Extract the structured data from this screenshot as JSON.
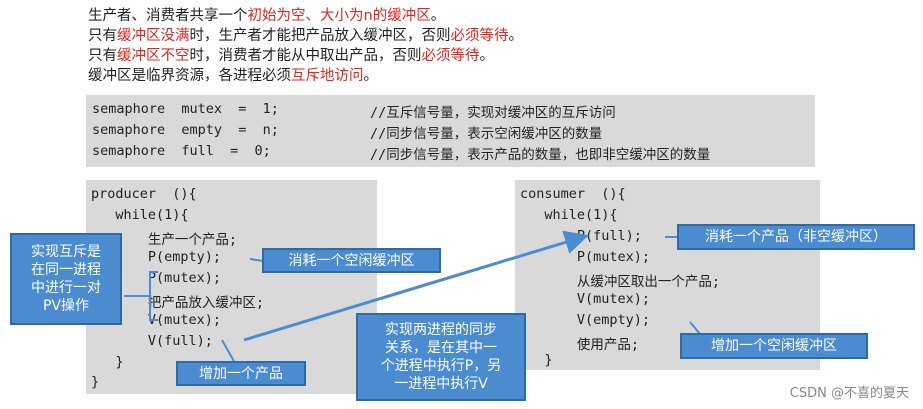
{
  "intro": {
    "line1": {
      "a": "生产者、消费者共享一个",
      "b": "初始为空、大小为n的缓冲区",
      "c": "。"
    },
    "line2": {
      "a": "只有",
      "b": "缓冲区没满",
      "c": "时，生产者才能把产品放入缓冲区，否则",
      "d": "必须等待",
      "e": "。"
    },
    "line3": {
      "a": "只有",
      "b": "缓冲区不空",
      "c": "时，消费者才能从中取出产品，否则",
      "d": "必须等待",
      "e": "。"
    },
    "line4": {
      "a": "缓冲区是临界资源，各进程必须",
      "b": "互斥地访问",
      "c": "。"
    }
  },
  "semaphores": [
    {
      "code": "semaphore  mutex  =  1;",
      "comment": "//互斥信号量，实现对缓冲区的互斥访问"
    },
    {
      "code": "semaphore  empty  =  n;",
      "comment": "//同步信号量，表示空闲缓冲区的数量"
    },
    {
      "code": "semaphore  full  =  0;",
      "comment": "//同步信号量，表示产品的数量，也即非空缓冲区的数量"
    }
  ],
  "producer": {
    "lines": [
      "producer  (){",
      "   while(1){",
      "       生产一个产品;",
      "       P(empty);",
      "       P(mutex);",
      "       把产品放入缓冲区;",
      "       V(mutex);",
      "       V(full);",
      "   }",
      "}"
    ]
  },
  "consumer": {
    "lines": [
      "consumer  (){",
      "   while(1){",
      "       P(full);",
      "       P(mutex);",
      "       从缓冲区取出一个产品;",
      "       V(mutex);",
      "       V(empty);",
      "       使用产品;",
      "   }",
      "}"
    ]
  },
  "callouts": {
    "mutex_pair": [
      "实现互斥是",
      "在同一进程",
      "中进行一对",
      "PV操作"
    ],
    "consume_empty": "消耗一个空闲缓冲区",
    "add_product": "增加一个产品",
    "sync": [
      "实现两进程的同步",
      "关系，是在其中一",
      "个进程中执行P，另",
      "一进程中执行V"
    ],
    "consume_product": "消耗一个产品（非空缓冲区）",
    "add_empty": "增加一个空闲缓冲区"
  },
  "colors": {
    "panel": "#d9d9d9",
    "callout_fill": "#4a8ccf",
    "callout_border": "#2e6aa8",
    "highlight": "#e0261f"
  },
  "watermark": "CSDN @不喜的夏天"
}
